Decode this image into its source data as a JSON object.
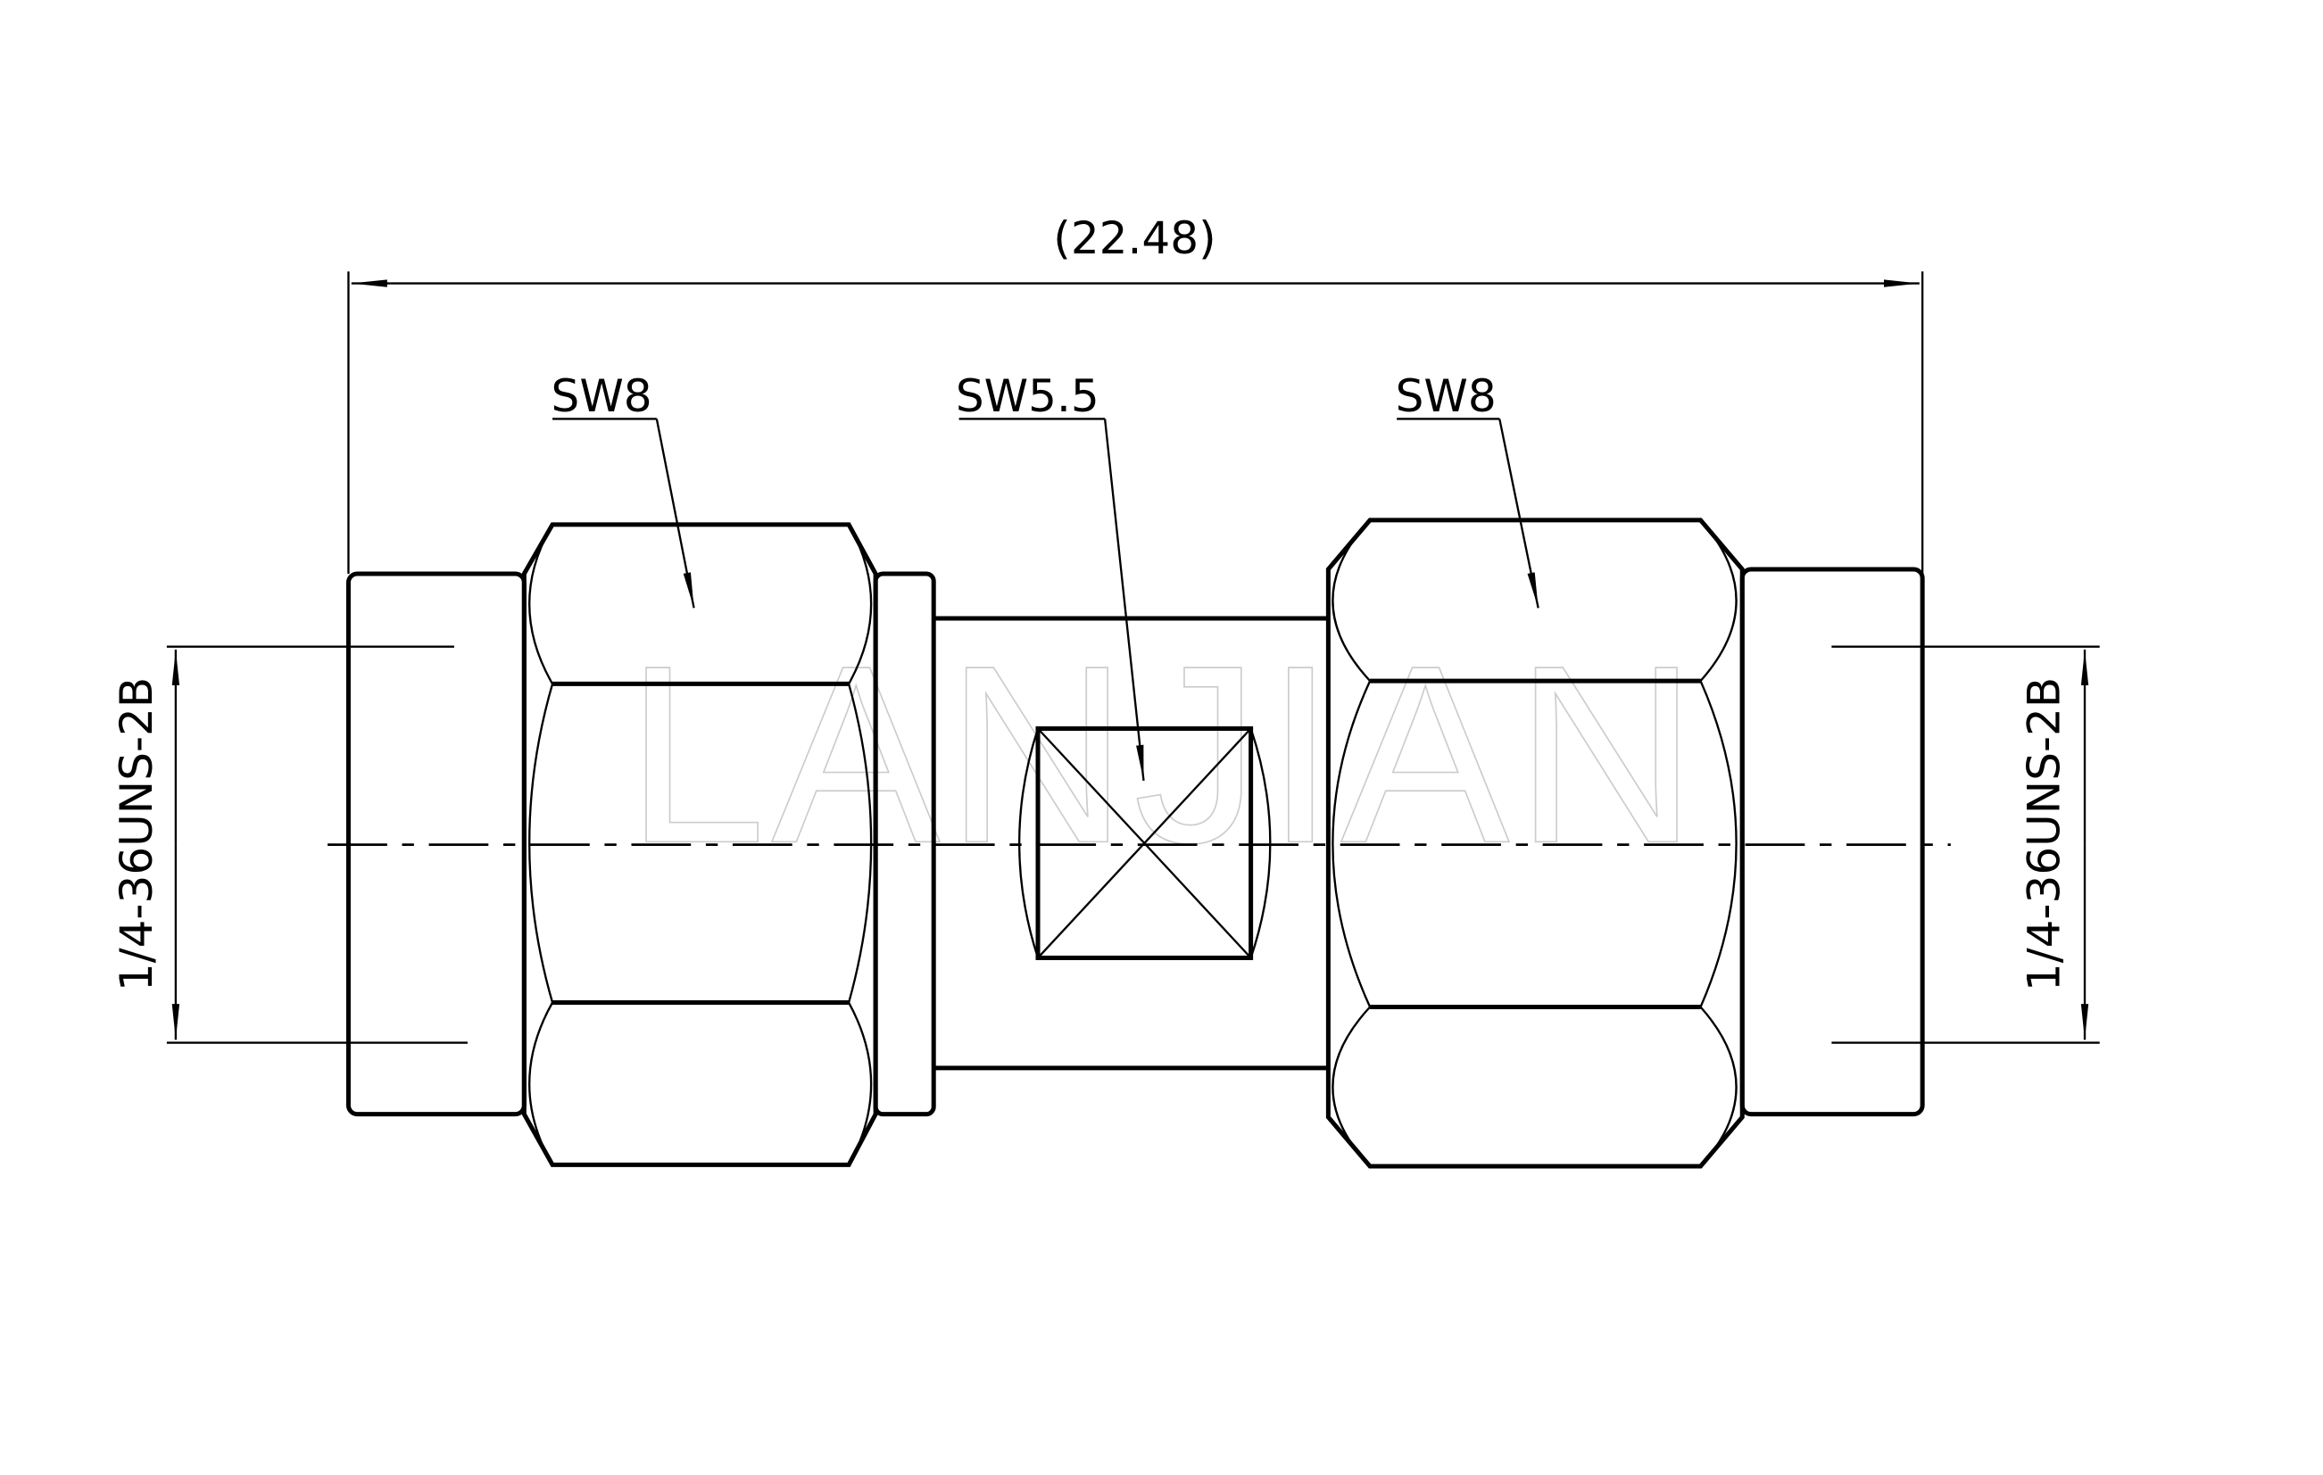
{
  "watermark": "LANJIAN",
  "dimensions": {
    "overall_length": "(22.48)",
    "thread_left": "1/4-36UNS-2B",
    "thread_right": "1/4-36UNS-2B"
  },
  "callouts": {
    "hex_left": "SW8",
    "flats_center": "SW5.5",
    "hex_right": "SW8"
  }
}
